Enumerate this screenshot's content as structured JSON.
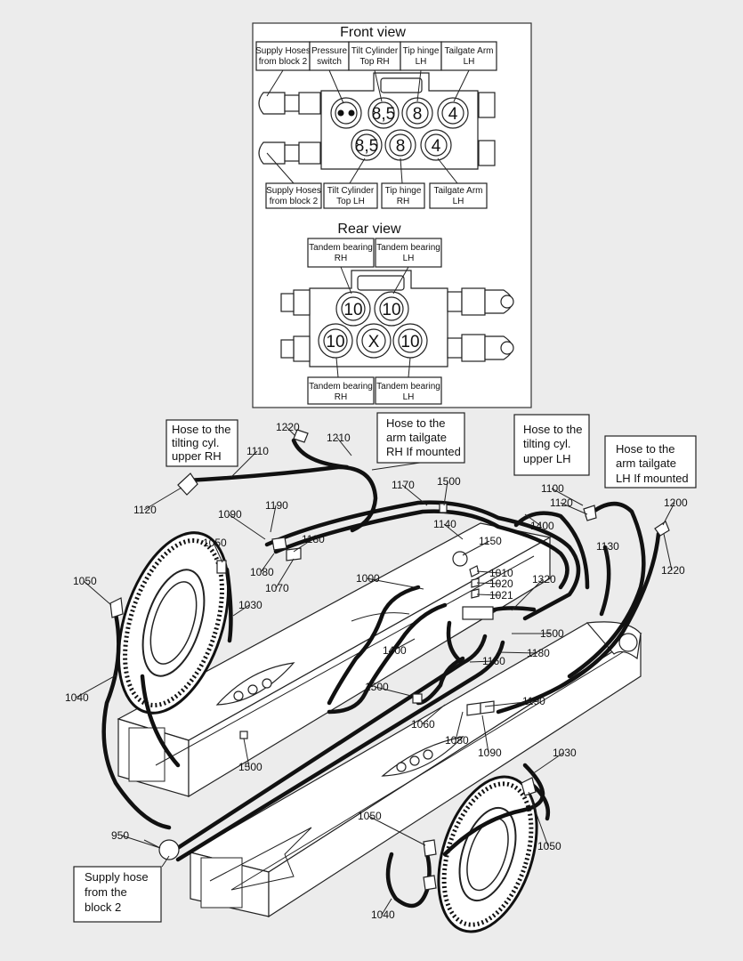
{
  "front": {
    "title": "Front view",
    "top_labels": [
      [
        "Supply Hoses",
        "from block 2"
      ],
      [
        "Pressure",
        "switch"
      ],
      [
        "Tilt Cylinder",
        "Top RH"
      ],
      [
        "Tip hinge",
        "LH"
      ],
      [
        "Tailgate Arm",
        "LH"
      ]
    ],
    "bottom_labels": [
      [
        "Supply Hoses",
        "from block 2"
      ],
      [
        "Tilt Cylinder",
        "Top LH"
      ],
      [
        "Tip hinge",
        "RH"
      ],
      [
        "Tailgate Arm",
        "LH"
      ]
    ],
    "ports_top": [
      "8,5",
      "8",
      "4"
    ],
    "ports_bottom": [
      "8,5",
      "8",
      "4"
    ]
  },
  "rear": {
    "title": "Rear view",
    "top_labels": [
      [
        "Tandem bearing",
        "RH"
      ],
      [
        "Tandem bearing",
        "LH"
      ]
    ],
    "bottom_labels": [
      [
        "Tandem bearing",
        "RH"
      ],
      [
        "Tandem bearing",
        "LH"
      ]
    ],
    "ports_top": [
      "10",
      "10"
    ],
    "ports_bottom": [
      "10",
      "X",
      "10"
    ]
  },
  "callouts": {
    "rh_tilt": [
      "Hose to the",
      "tilting cyl.",
      "upper  RH"
    ],
    "rh_arm": [
      "Hose to the",
      "arm tailgate",
      "RH If mounted"
    ],
    "lh_tilt": [
      "Hose to the",
      "tilting cyl.",
      "upper  LH"
    ],
    "lh_arm": [
      "Hose to the",
      "arm tailgate",
      "LH If mounted"
    ],
    "supply": [
      "Supply hose",
      "from the",
      "block 2"
    ]
  },
  "part_numbers": [
    "1220",
    "1210",
    "1110",
    "1120",
    "1170",
    "1500",
    "1100",
    "1120",
    "1200",
    "1090",
    "1190",
    "1140",
    "1400",
    "1050",
    "1180",
    "1150",
    "1220",
    "1130",
    "1080",
    "1070",
    "1010",
    "1050",
    "1000",
    "1020",
    "1320",
    "1021",
    "1030",
    "1500",
    "1400",
    "1160",
    "1180",
    "1040",
    "1500",
    "1190",
    "1060",
    "1080",
    "1090",
    "1500",
    "1030",
    "1050",
    "950",
    "1050",
    "1040"
  ]
}
